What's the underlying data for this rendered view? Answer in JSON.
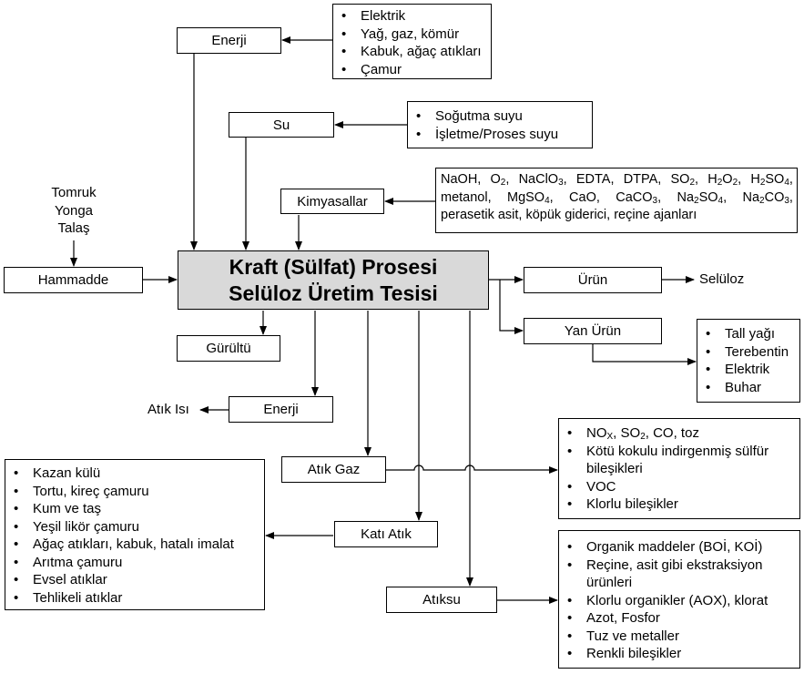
{
  "main": {
    "line1": "Kraft (Sülfat) Prosesi",
    "line2": "Selüloz Üretim Tesisi"
  },
  "boxes": {
    "enerji_in": "Enerji",
    "su": "Su",
    "kimyasallar": "Kimyasallar",
    "hammadde": "Hammadde",
    "urun": "Ürün",
    "yan_urun": "Yan Ürün",
    "gurultu": "Gürültü",
    "enerji_out": "Enerji",
    "atik_gaz": "Atık Gaz",
    "kati_atik": "Katı Atık",
    "atiksu": "Atıksu"
  },
  "labels": {
    "tomruk": "Tomruk",
    "yonga": "Yonga",
    "talas": "Talaş",
    "seluloz": "Selüloz",
    "atik_isi": "Atık Isı"
  },
  "lists": {
    "energy_sources": [
      "Elektrik",
      "Yağ, gaz, kömür",
      "Kabuk, ağaç atıkları",
      "Çamur"
    ],
    "water_types": [
      "Soğutma suyu",
      "İşletme/Proses suyu"
    ],
    "byproducts": [
      "Tall yağı",
      "Terebentin",
      "Elektrik",
      "Buhar"
    ],
    "gas_emissions_rest": [
      "Kötü kokulu indirgenmiş sülfür bileşikleri",
      "VOC",
      "Klorlu bileşikler"
    ],
    "solid_wastes": [
      "Kazan külü",
      "Tortu, kireç çamuru",
      "Kum ve taş",
      "Yeşil likör çamuru",
      "Ağaç atıkları, kabuk, hatalı imalat",
      "Arıtma çamuru",
      "Evsel atıklar",
      "Tehlikeli atıklar"
    ],
    "wastewater": [
      "Organik maddeler (BOİ, KOİ)",
      "Reçine, asit gibi ekstraksiyon ürünleri",
      "Klorlu organikler (AOX), klorat",
      "Azot, Fosfor",
      "Tuz ve metaller",
      "Renkli bileşikler"
    ]
  },
  "gas_first": {
    "nox": "NO",
    "nox_sub": "X",
    "so2": "SO",
    "so2_sub": "2",
    "rest": ", CO, toz"
  },
  "chemicals": {
    "line1": [
      {
        "t": "NaOH,"
      },
      {
        "t": "O",
        "s": "2",
        "a": ","
      },
      {
        "t": "NaClO",
        "s": "3",
        "a": ","
      },
      {
        "t": "EDTA,"
      },
      {
        "t": "DTPA,"
      },
      {
        "t": "SO",
        "s": "2",
        "a": ","
      },
      {
        "t": "H",
        "s": "2",
        "t2": "O",
        "s2": "2",
        "a": ","
      },
      {
        "t": "H",
        "s": "2",
        "t2": "SO",
        "s2": "4",
        "a": ","
      }
    ],
    "line2": [
      {
        "t": "metanol,"
      },
      {
        "t": "MgSO",
        "s": "4",
        "a": ","
      },
      {
        "t": "CaO,"
      },
      {
        "t": "CaCO",
        "s": "3",
        "a": ","
      },
      {
        "t": "Na",
        "s": "2",
        "t2": "SO",
        "s2": "4",
        "a": ","
      },
      {
        "t": "Na",
        "s": "2",
        "t2": "CO",
        "s2": "3",
        "a": ","
      }
    ],
    "line3": "perasetik asit, köpük giderici, reçine ajanları"
  }
}
